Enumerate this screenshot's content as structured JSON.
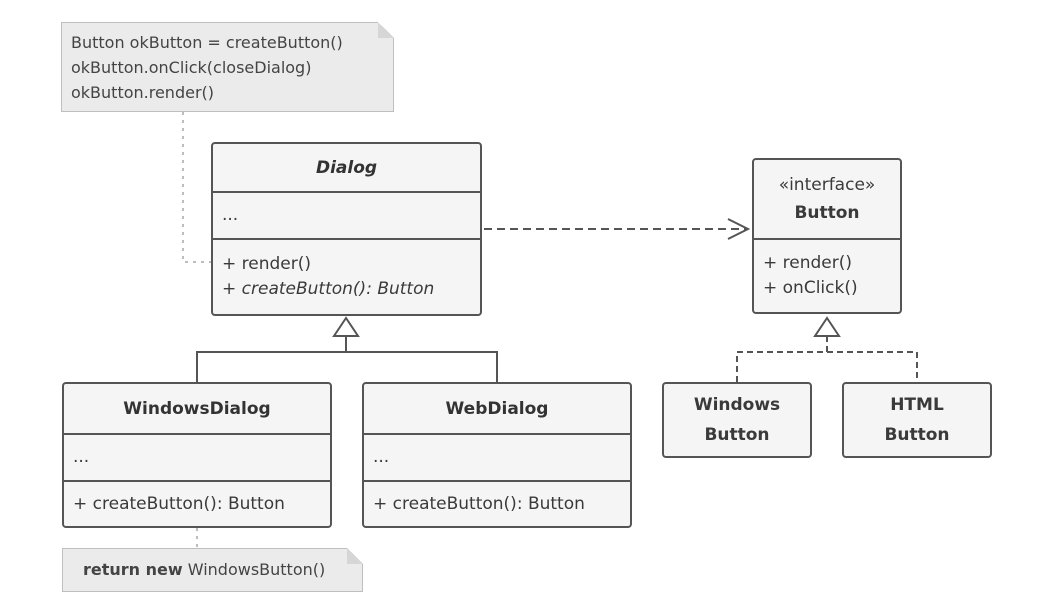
{
  "notes": {
    "dialog_note": {
      "lines": [
        "Button okButton = createButton()",
        "okButton.onClick(closeDialog)",
        "okButton.render()"
      ]
    },
    "windows_note": {
      "keyword": "return new",
      "text": " WindowsButton()"
    }
  },
  "classes": {
    "dialog": {
      "name": "Dialog",
      "fields": "...",
      "methods": [
        "+ render()",
        "+ createButton(): Button"
      ]
    },
    "windows_dialog": {
      "name": "WindowsDialog",
      "fields": "...",
      "methods": [
        "+ createButton(): Button"
      ]
    },
    "web_dialog": {
      "name": "WebDialog",
      "fields": "...",
      "methods": [
        "+ createButton(): Button"
      ]
    },
    "button": {
      "stereotype": "«interface»",
      "name": "Button",
      "methods": [
        "+ render()",
        "+ onClick()"
      ]
    },
    "windows_button": {
      "name_lines": [
        "Windows",
        "Button"
      ]
    },
    "html_button": {
      "name_lines": [
        "HTML",
        "Button"
      ]
    }
  },
  "colors": {
    "border": "#555555",
    "class_fill": "#f5f5f5",
    "note_fill": "#ebebeb",
    "note_border": "#bfbfbf",
    "connector_dotted": "#bdbdbd"
  }
}
